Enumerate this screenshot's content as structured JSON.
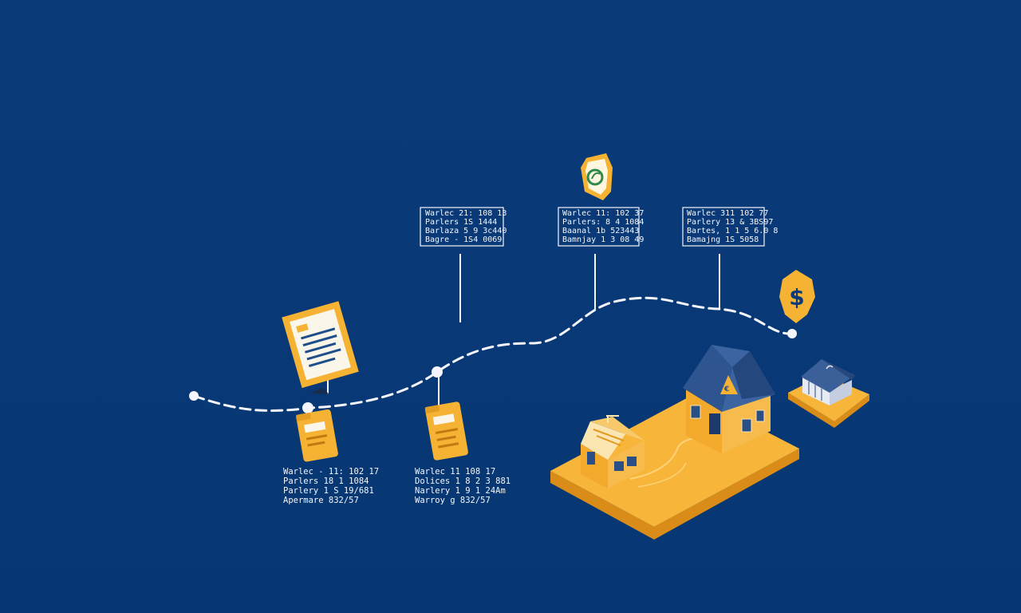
{
  "colors": {
    "background": "#073a7a",
    "accent": "#f5b233",
    "accent_dark": "#d98d18",
    "line": "#f4f6fb",
    "house_roof": "#2a4f86"
  },
  "info_boxes": [
    {
      "lines": [
        "Warlec 21: 108 13",
        "Parlers 1S 1444",
        "Barlaza 5 9 3c440",
        "Bagre - 1S4 0069"
      ]
    },
    {
      "lines": [
        "Warlec 11: 102 37",
        "Parlers: 8 4 1084",
        "Baanal 1b 523443",
        "Bamnjay 1 3 08 49"
      ]
    },
    {
      "lines": [
        "Warlec 311 102 77",
        "Parlery 13 & 3BS97",
        "Bartes, 1 1 5 6.0 8",
        "Bamajng 1S 5058"
      ]
    }
  ],
  "lower_lists": [
    {
      "lines": [
        "Warlec - 11: 102 17",
        "Parlers 18 1 1084",
        "Parlery 1 S 19/681",
        "Apermare 832/57"
      ]
    },
    {
      "lines": [
        "Warlec 11 108 17",
        "Dolices 1 8 2 3 881",
        "Narlery 1 9 1 24Am",
        "Warroy g 832/57"
      ]
    }
  ],
  "icons": {
    "document": "document-icon",
    "folder": "folder-icon",
    "leaf_badge": "leaf-badge-icon",
    "dollar_badge": "dollar-badge-icon",
    "house": "house-icon",
    "bank": "bank-building-icon"
  },
  "dollar_symbol": "$"
}
